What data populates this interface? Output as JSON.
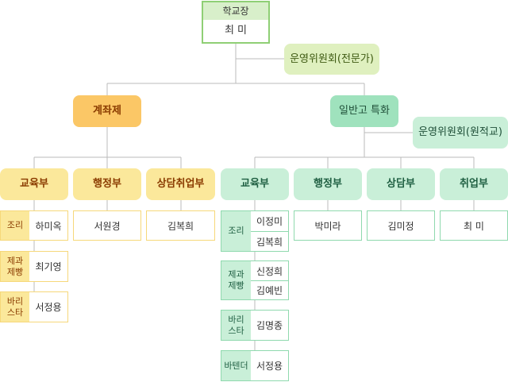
{
  "principal": {
    "title": "학교장",
    "name": "최 미"
  },
  "committee_main": "운영위원회(전문가)",
  "left_branch": {
    "title": "계좌제",
    "departments": [
      {
        "title": "교육부"
      },
      {
        "title": "행정부",
        "name": "서원경"
      },
      {
        "title": "상담취업부",
        "name": "김복희"
      }
    ],
    "education_units": [
      {
        "label": "조리",
        "names": [
          "하미옥"
        ]
      },
      {
        "label": "제과\n제빵",
        "names": [
          "최기영"
        ]
      },
      {
        "label": "바리\n스타",
        "names": [
          "서정용"
        ]
      }
    ]
  },
  "right_branch": {
    "title": "일반고 특화",
    "committee": "운영위원회(원적교)",
    "departments": [
      {
        "title": "교육부"
      },
      {
        "title": "행정부",
        "name": "박미라"
      },
      {
        "title": "상담부",
        "name": "김미정"
      },
      {
        "title": "취업부",
        "name": "최 미"
      }
    ],
    "education_units": [
      {
        "label": "조리",
        "names": [
          "이정미",
          "김복희"
        ]
      },
      {
        "label": "제과\n제빵",
        "names": [
          "신정희",
          "김예빈"
        ]
      },
      {
        "label": "바리\n스타",
        "names": [
          "김명종"
        ]
      },
      {
        "label": "바텐더",
        "names": [
          "서정용"
        ]
      }
    ]
  },
  "colors": {
    "line": "#bbbbbb",
    "green_border": "#8fcf75",
    "yellow_dept": "#fbe89b",
    "orange_branch": "#fbc766",
    "green_branch": "#9fe2bd",
    "mint_dept": "#c9efd8"
  }
}
